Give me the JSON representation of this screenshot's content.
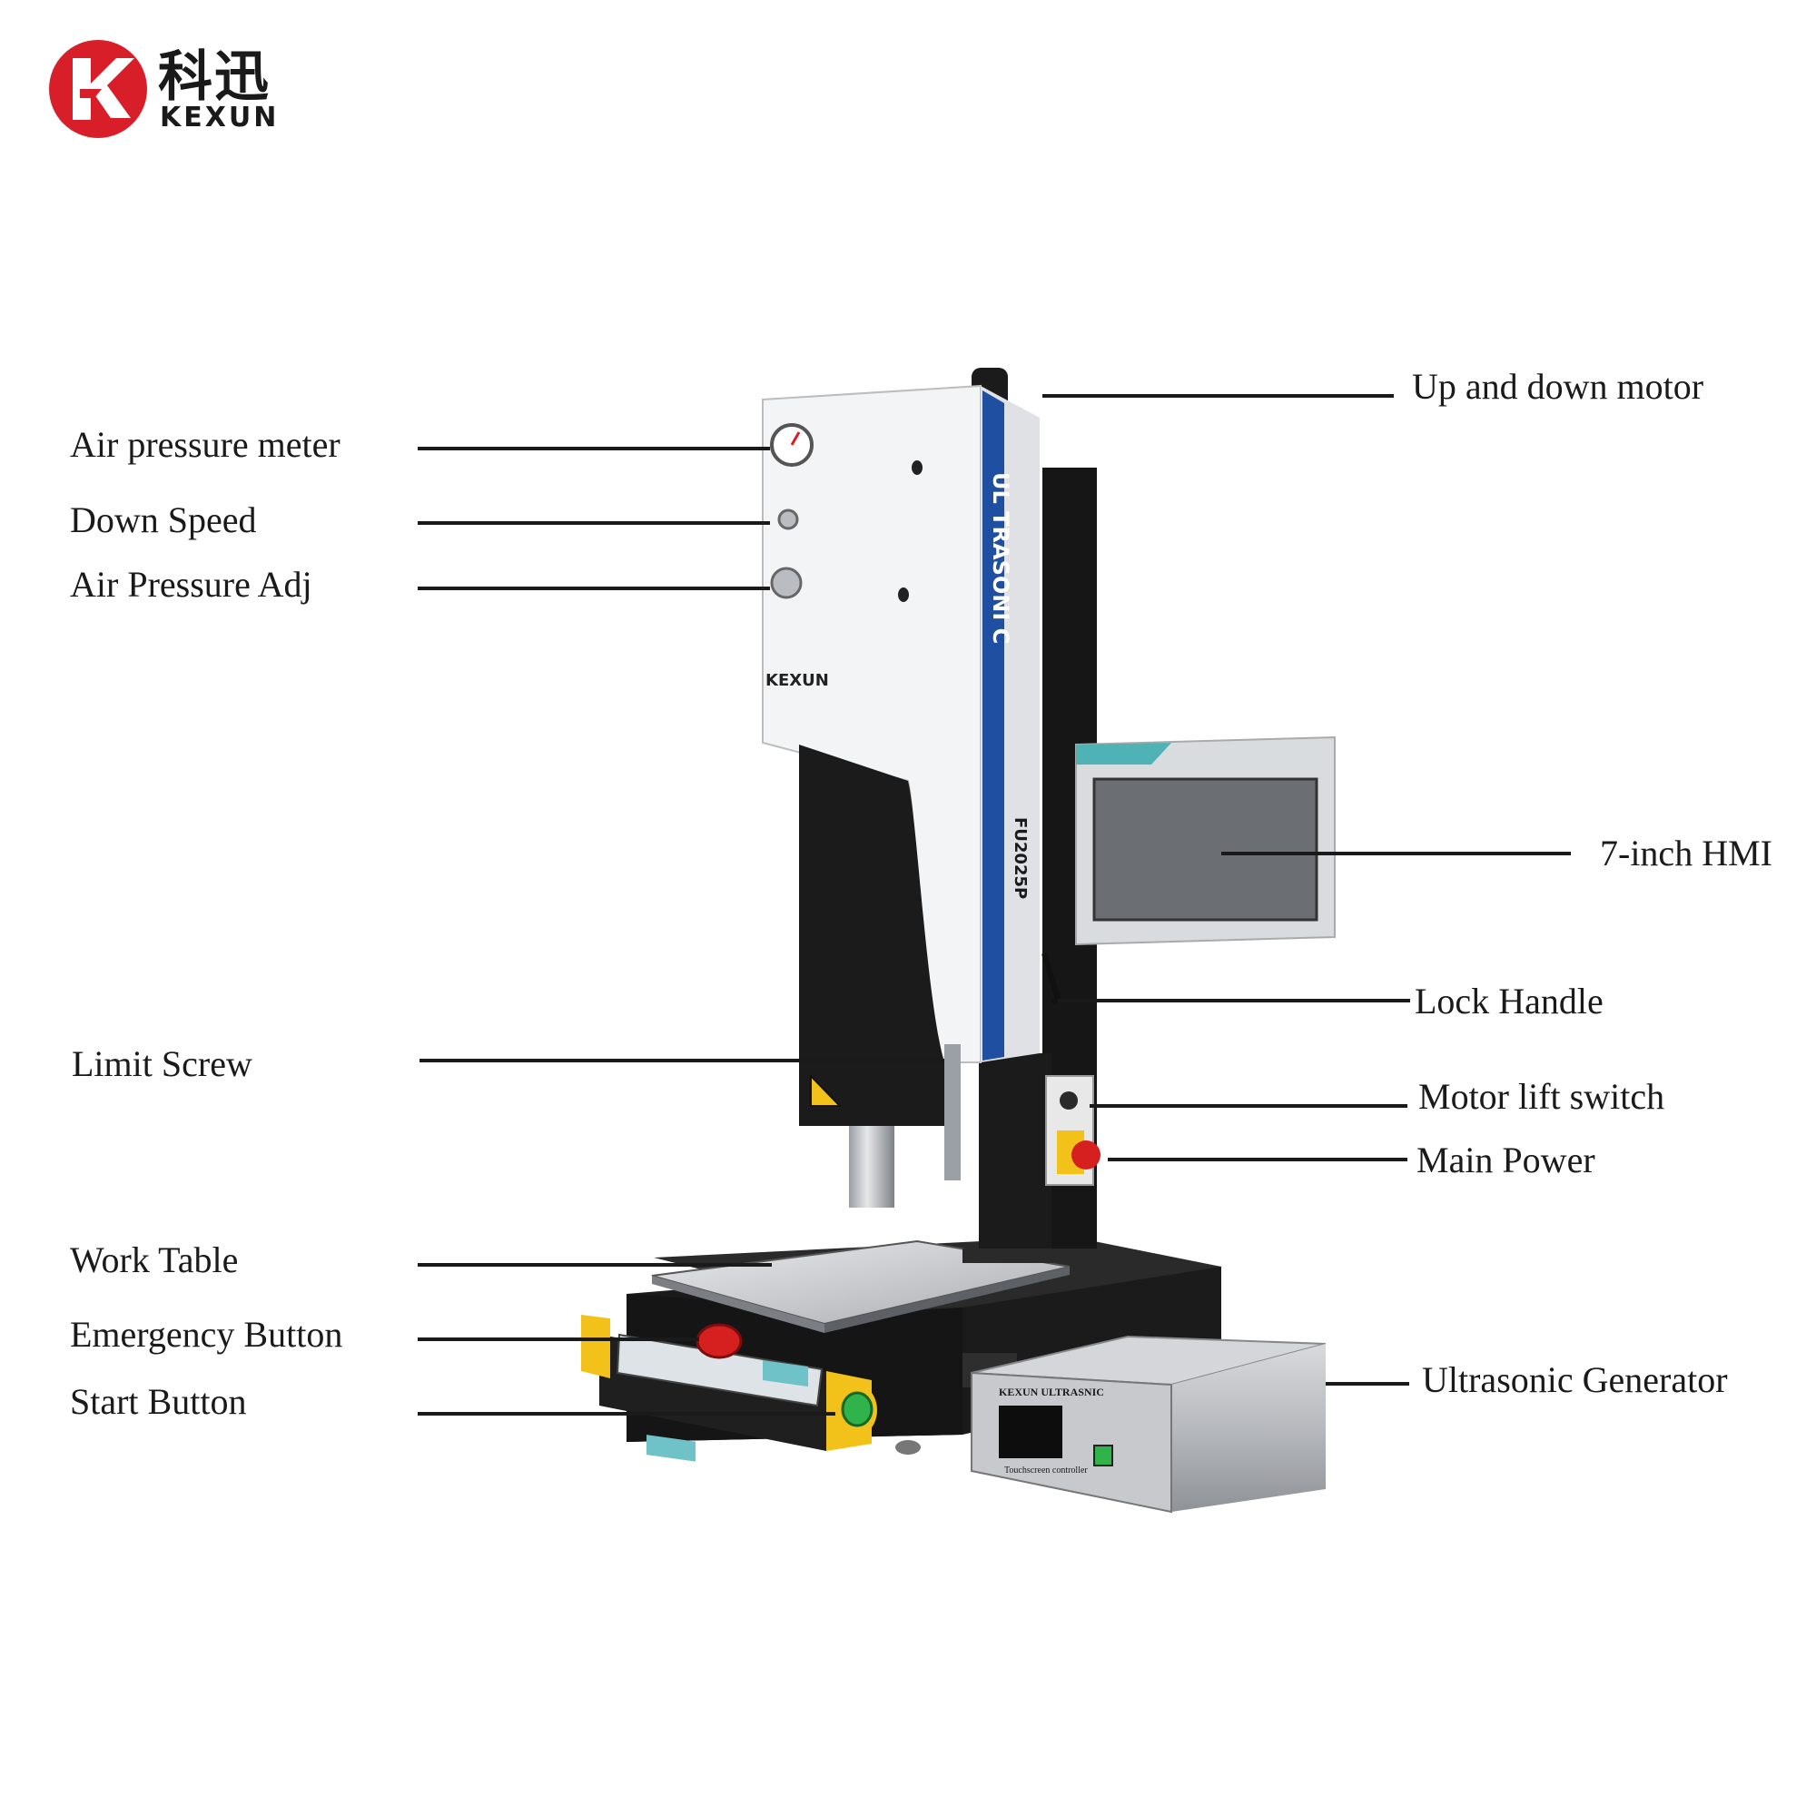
{
  "brand": {
    "name_cn": "科迅",
    "name_en": "KEXUN",
    "color": "#d81e28"
  },
  "machine_text": {
    "column_label": "KEXUN",
    "side_band": "UL TRASONI C",
    "model": "FU2025P",
    "generator_title": "KEXUN ULTRASNIC",
    "generator_screen_caption": "Touchscreen controller"
  },
  "labels": {
    "left": [
      "Air pressure meter",
      "Down Speed",
      "Air Pressure Adj",
      "Limit Screw",
      "Work Table",
      "Emergency Button",
      "Start Button"
    ],
    "right": [
      "Up and down motor",
      "7-inch HMI",
      "Lock Handle",
      "Motor lift switch",
      "Main Power",
      "Ultrasonic Generator"
    ]
  },
  "colors": {
    "accent_blue": "#1e4fa0",
    "emergency_red": "#d62020",
    "start_green": "#2fb34a",
    "guard_yellow": "#f2c21a",
    "body_black": "#1b1b1b",
    "body_white": "#f3f4f6",
    "generator_silver": "#b9bcc0"
  }
}
